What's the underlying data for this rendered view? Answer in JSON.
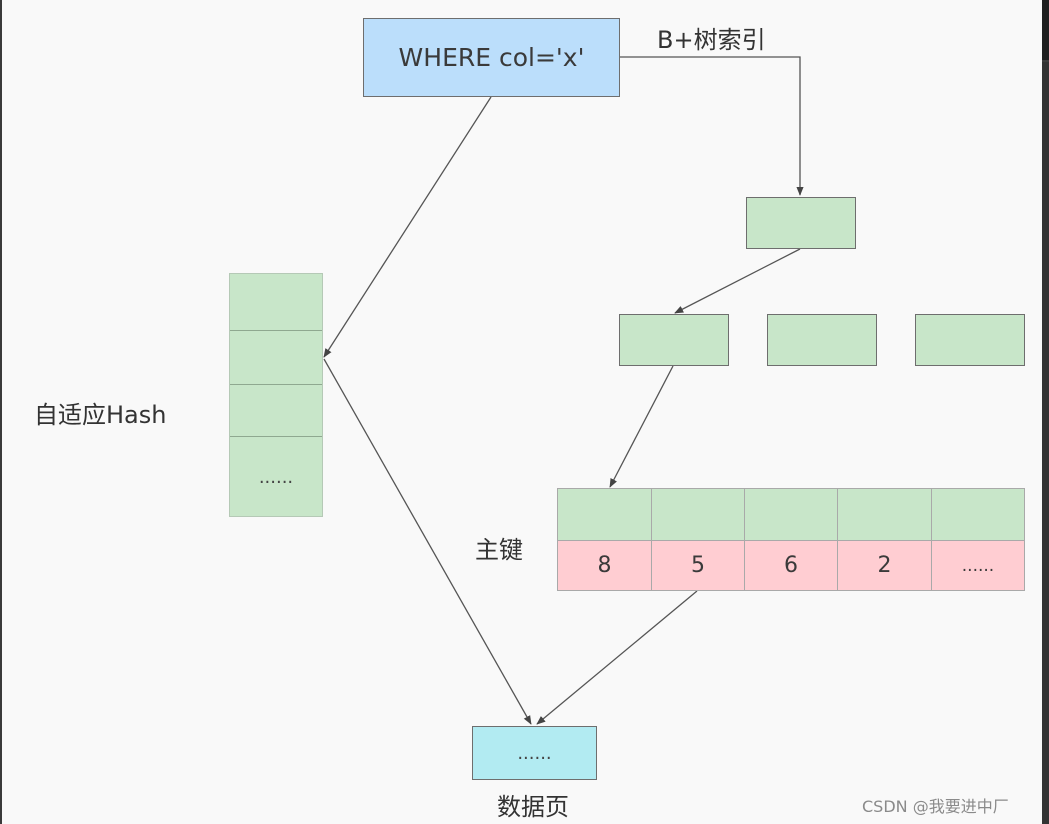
{
  "query_box": {
    "text": "WHERE col='x'"
  },
  "labels": {
    "bplus_index": "B+树索引",
    "adaptive_hash": "自适应Hash",
    "primary_key": "主键",
    "data_page": "数据页"
  },
  "hash_table": {
    "slots": [
      "",
      "",
      "",
      "......"
    ]
  },
  "bplus_tree": {
    "root": {
      "text": ""
    },
    "level2": [
      {
        "text": ""
      },
      {
        "text": ""
      },
      {
        "text": ""
      }
    ]
  },
  "leaf_page": {
    "key_row": [
      "",
      "",
      "",
      "",
      ""
    ],
    "value_row": [
      "8",
      "5",
      "6",
      "2",
      "......"
    ]
  },
  "data_page_box": {
    "text": "......"
  },
  "watermark": "CSDN @我要进中厂",
  "colors": {
    "query_fill": "#bbdefb",
    "node_fill": "#c8e6c9",
    "value_fill": "#ffcdd2",
    "data_page_fill": "#b2ebf2",
    "line": "#555555"
  }
}
